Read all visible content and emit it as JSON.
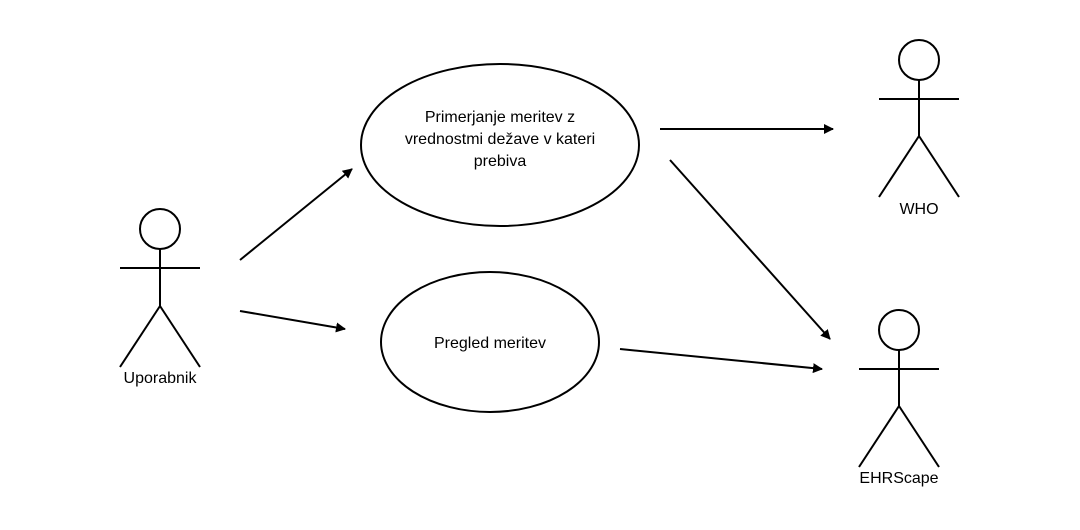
{
  "diagram": {
    "actors": [
      {
        "id": "uporabnik",
        "label": "Uporabnik"
      },
      {
        "id": "who",
        "label": "WHO"
      },
      {
        "id": "ehrscape",
        "label": "EHRScape"
      }
    ],
    "use_cases": [
      {
        "id": "primerjanje",
        "lines": [
          "Primerjanje meritev z",
          "vrednostmi dežave v kateri",
          "prebiva"
        ]
      },
      {
        "id": "pregled",
        "lines": [
          "Pregled meritev"
        ]
      }
    ],
    "associations": [
      {
        "from": "uporabnik",
        "to": "primerjanje"
      },
      {
        "from": "uporabnik",
        "to": "pregled"
      },
      {
        "from": "primerjanje",
        "to": "who"
      },
      {
        "from": "primerjanje",
        "to": "ehrscape"
      },
      {
        "from": "pregled",
        "to": "ehrscape"
      }
    ],
    "colors": {
      "stroke": "#000000",
      "fill": "#ffffff"
    }
  }
}
